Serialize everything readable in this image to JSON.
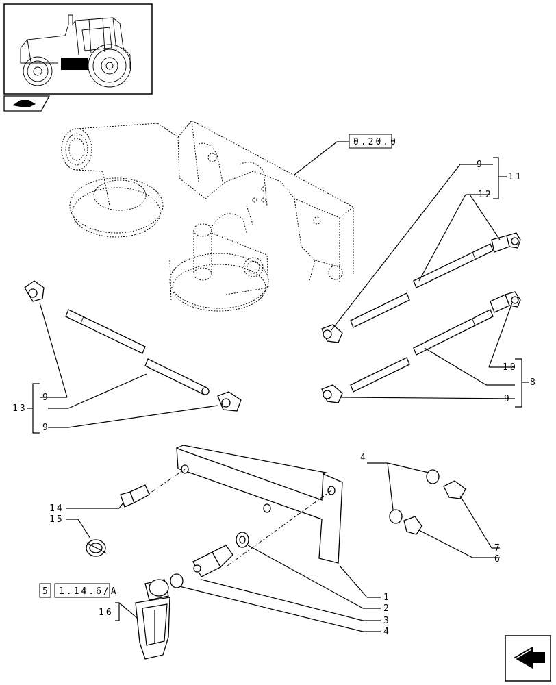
{
  "reference_labels": {
    "top_ref": "0.20.0",
    "group_ref": "5",
    "group_ref_code": "1.14.6/A"
  },
  "callouts": {
    "c1": "1",
    "c2": "2",
    "c3": "3",
    "c4a": "4",
    "c4b": "4",
    "c6": "6",
    "c7": "7",
    "c8": "8",
    "c9a": "9",
    "c9b": "9",
    "c9c": "9",
    "c9d": "9",
    "c10": "10",
    "c11": "11",
    "c12": "12",
    "c13": "13",
    "c14": "14",
    "c15": "15",
    "c16": "16"
  },
  "icons": {
    "thumbnail": "tractor-thumbnail-icon",
    "section_tab": "section-tab-icon",
    "nav_button": "next-page-arrow-icon"
  }
}
